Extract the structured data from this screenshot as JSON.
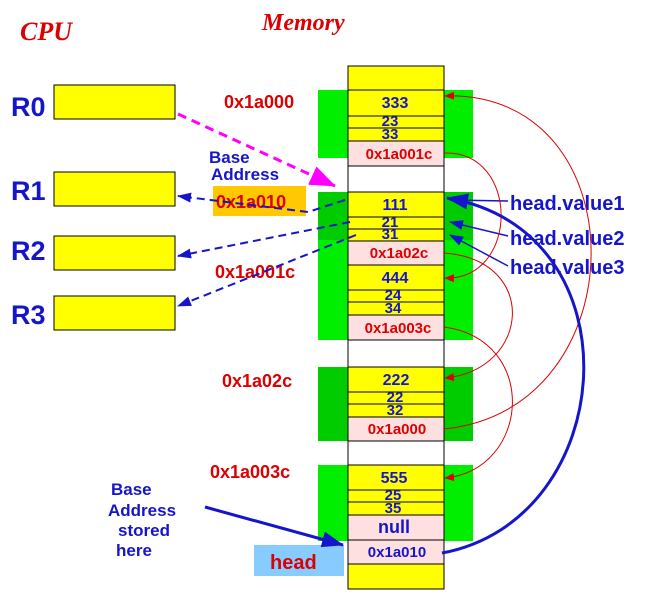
{
  "cpu_title": "CPU",
  "memory_title": "Memory",
  "registers": [
    "R0",
    "R1",
    "R2",
    "R3"
  ],
  "node_addresses": {
    "a": "0x1a000",
    "b": "0x1a001c",
    "c": "0x1a02c",
    "d": "0x1a003c"
  },
  "nodes": {
    "a": {
      "v1": "333",
      "v2": "23",
      "v3": "33",
      "next": "0x1a001c"
    },
    "b": {
      "v1": "111",
      "v2": "21",
      "v3": "31",
      "next": "0x1a02c"
    },
    "c": {
      "v1": "444",
      "v2": "24",
      "v3": "34",
      "next": "0x1a003c"
    },
    "d": {
      "v1": "222",
      "v2": "22",
      "v3": "32",
      "next": "0x1a000"
    },
    "e": {
      "v1": "555",
      "v2": "25",
      "v3": "35",
      "next": "null"
    }
  },
  "head_cell_value": "0x1a010",
  "r1_address_box": "0x1a010",
  "base_address_label": [
    "Base",
    "Address"
  ],
  "base_address_stored_label": [
    "Base",
    "Address",
    "stored",
    "here"
  ],
  "field_labels": [
    "head.value1",
    "head.value2",
    "head.value3"
  ],
  "head_label": "head",
  "colors": {
    "register": "#ffff00",
    "green": "#00ee00",
    "dark_green": "#00cc00",
    "pink": "#ffe0e0",
    "orange": "#ffc800",
    "light_blue": "#88ccff",
    "red": "#dd0000",
    "blue": "#1515cc",
    "magenta": "#ff00ff"
  }
}
